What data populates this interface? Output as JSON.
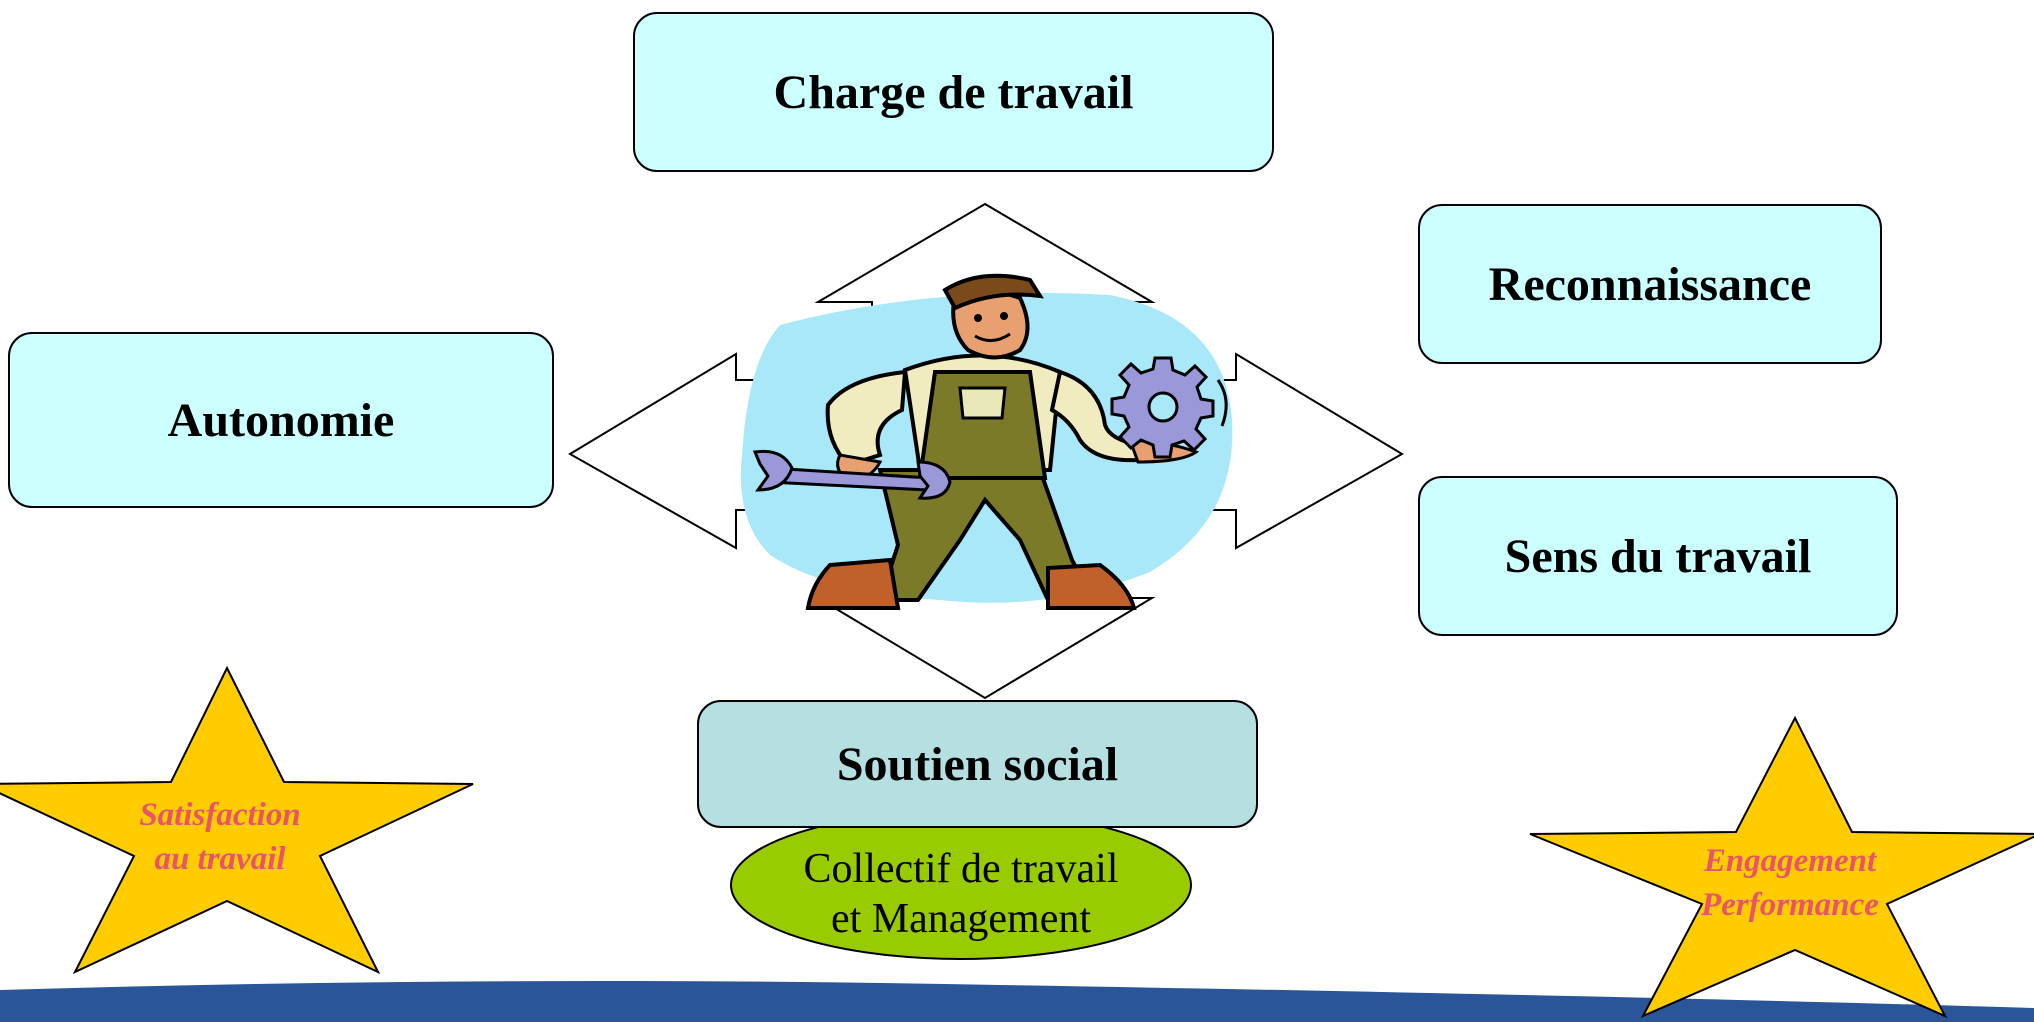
{
  "boxes": {
    "charge": "Charge de travail",
    "reconnaissance": "Reconnaissance",
    "autonomie": "Autonomie",
    "sens": "Sens du travail",
    "soutien": "Soutien social"
  },
  "ellipse": {
    "line1": "Collectif de travail",
    "line2": "et Management"
  },
  "stars": {
    "left": {
      "line1": "Satisfaction",
      "line2": "au travail"
    },
    "right": {
      "line1": "Engagement",
      "line2": "Performance"
    }
  },
  "colors": {
    "box_fill": "#ccffff",
    "soutien_fill": "#b6dfe1",
    "ellipse_fill": "#99cc00",
    "star_fill": "#ffcc00",
    "star_text": "#ea5468",
    "banner": "#2a5599",
    "clipart_bg": "#a8e8f8"
  },
  "icons": {
    "center": "mechanic-worker-clipart",
    "left_tool": "wrench-icon",
    "right_tool": "gear-icon"
  }
}
